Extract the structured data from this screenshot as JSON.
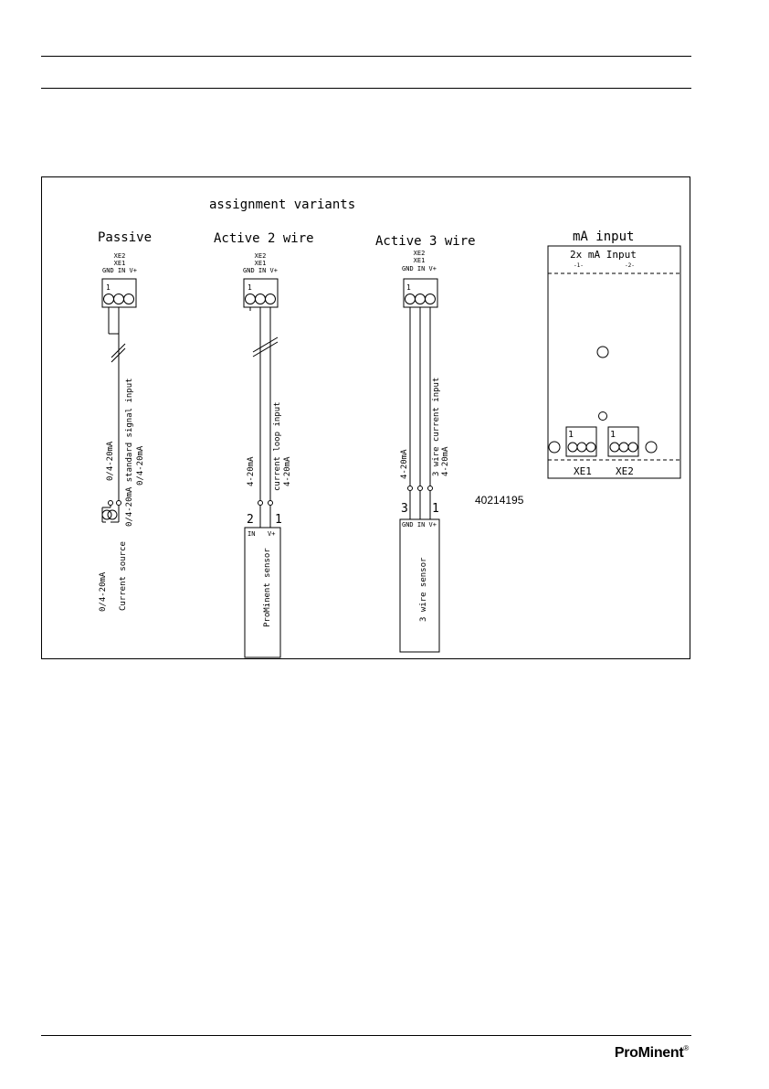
{
  "diagram": {
    "title": "assignment variants",
    "passive": {
      "heading": "Passive",
      "pins": [
        "XE2",
        "XE1",
        "GND IN V+"
      ],
      "pin_one": "1",
      "label_a": "0/4-20mA",
      "label_b_line1": "0/4-20mA standard signal input",
      "label_b_line2": "0/4-20mA",
      "source_line1": "0/4-20mA",
      "source_line2": "Current source"
    },
    "active2": {
      "heading": "Active 2 wire",
      "pins": [
        "XE2",
        "XE1",
        "GND IN V+"
      ],
      "pin_one": "1",
      "label_a": "4-20mA",
      "label_b_line1": "current loop input",
      "label_b_line2": "4-20mA",
      "num_left": "2",
      "num_right": "1",
      "sensor_pins": [
        "IN",
        "V+"
      ],
      "sensor_label": "ProMinent sensor"
    },
    "active3": {
      "heading": "Active 3 wire",
      "pins": [
        "XE2",
        "XE1",
        "GND IN V+"
      ],
      "pin_one": "1",
      "label_a": "4-20mA",
      "label_b_line1": "3 wire current input",
      "label_b_line2": "4-20mA",
      "num_left": "3",
      "num_right": "1",
      "sensor_pins": "GND IN V+",
      "sensor_label": "3 wire sensor"
    },
    "ma_input": {
      "heading": "mA input",
      "module_title": "2x mA Input",
      "sub_left": "-1-",
      "sub_right": "-2-",
      "pin_one_left": "1",
      "pin_one_right": "1",
      "xe1": "XE1",
      "xe2": "XE2"
    },
    "figure_id": "40214195"
  },
  "footer": {
    "brand_pro": "Pro",
    "brand_minent": "Minent",
    "registered": "®"
  }
}
